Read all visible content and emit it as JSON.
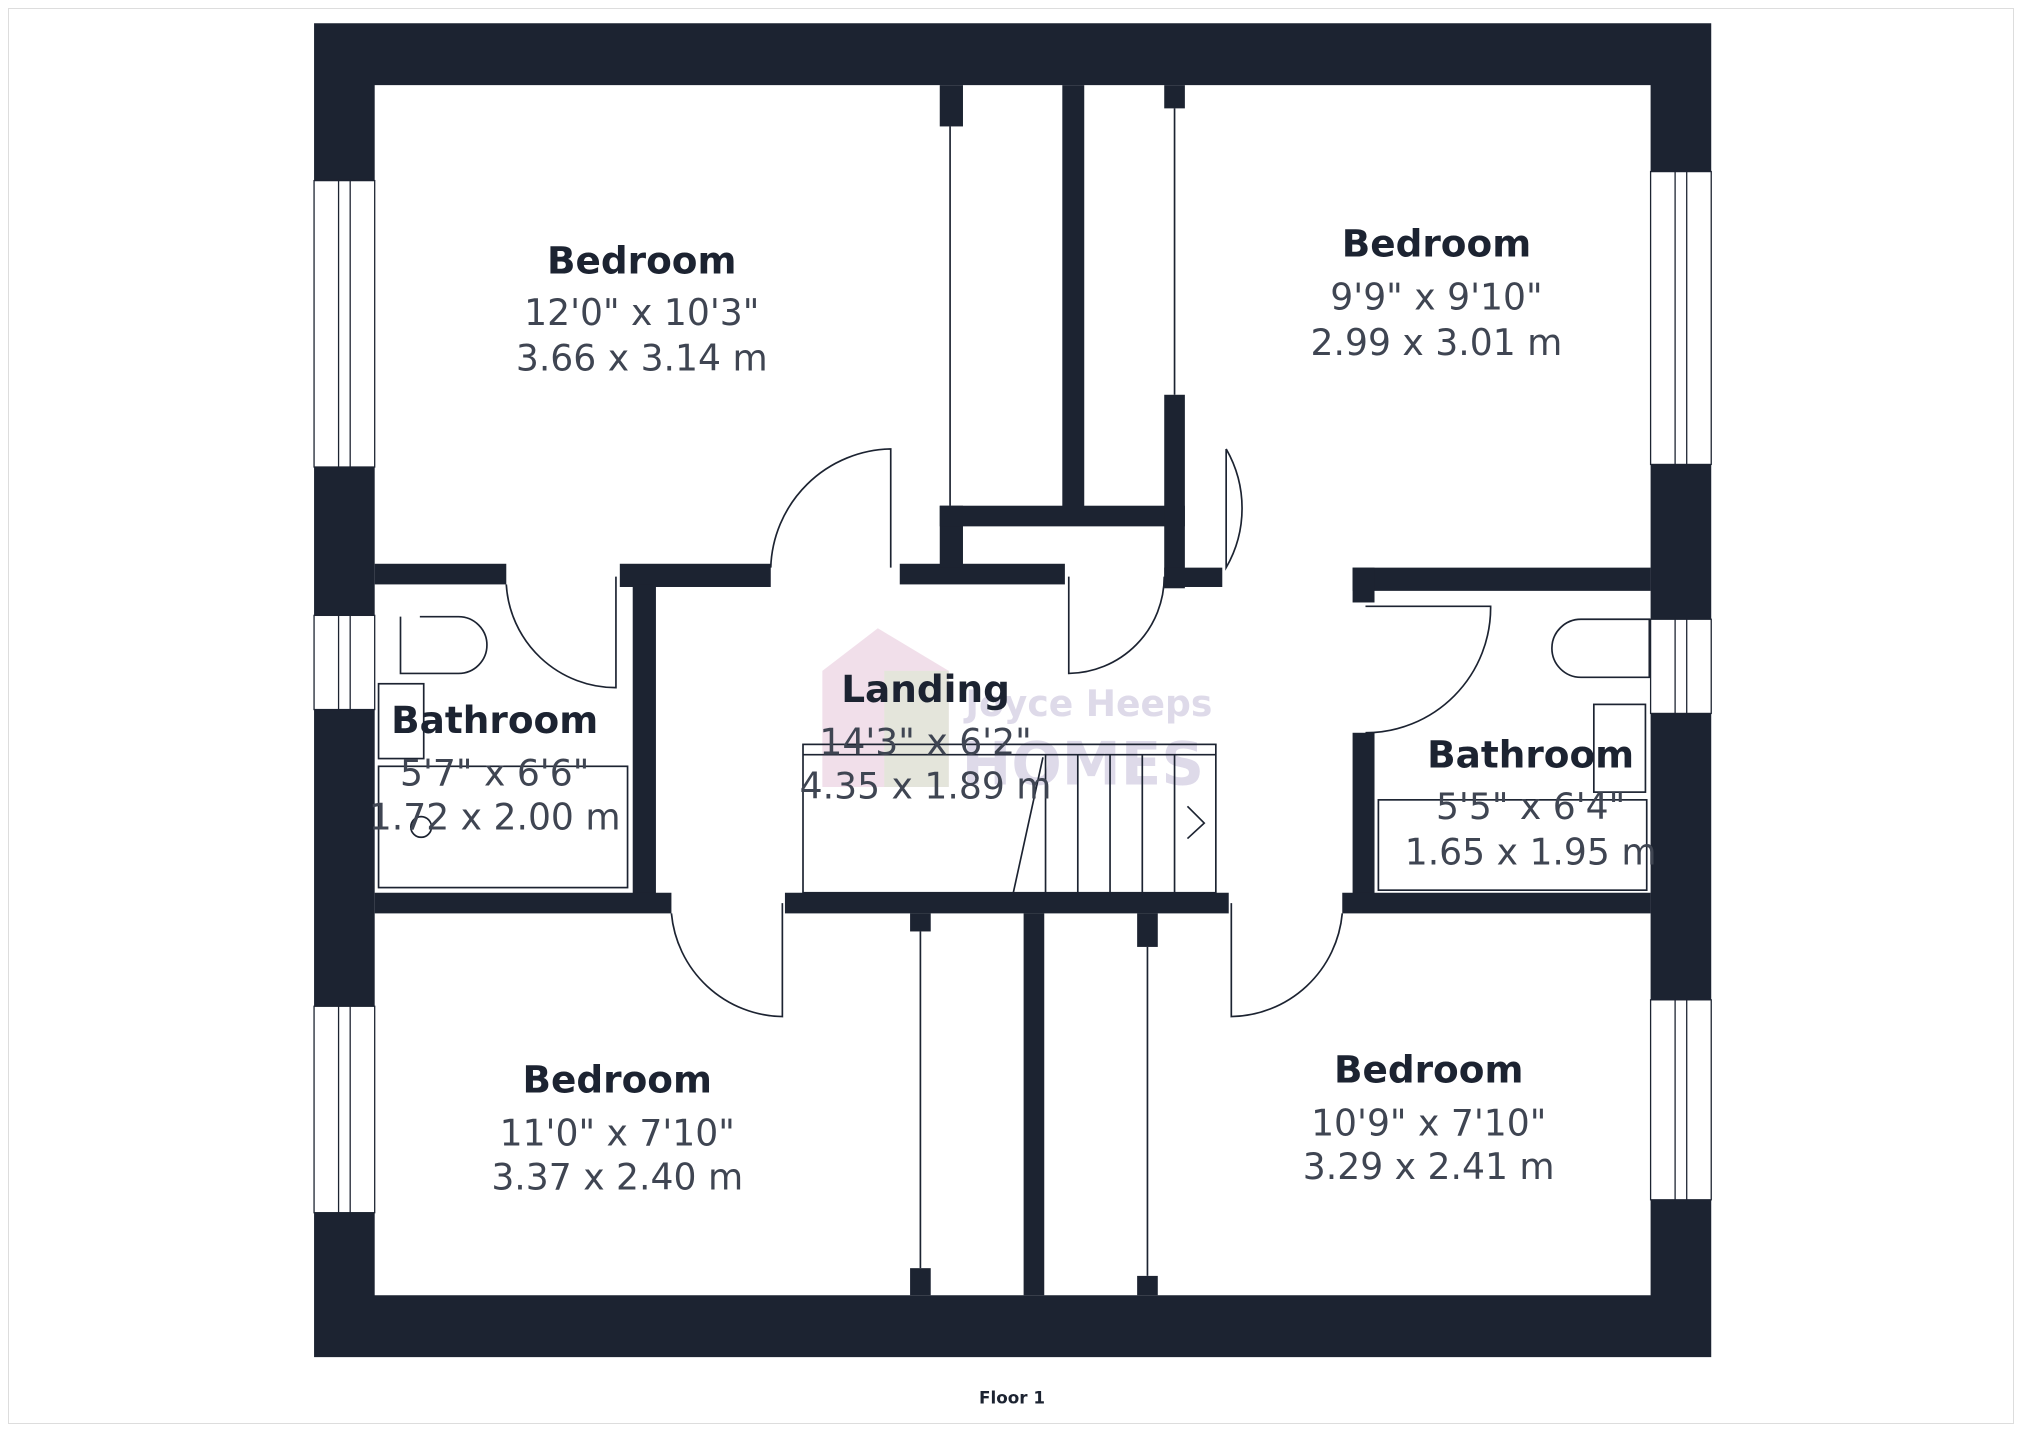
{
  "colors": {
    "wall": "#1c2331",
    "text": "#1c2331",
    "dims": "#3f4552",
    "watermark": "#c9c2dc"
  },
  "floor_label": "Floor 1",
  "watermark": {
    "line1": "Joyce Heeps",
    "line2": "HOMES"
  },
  "rooms": [
    {
      "name": "Bedroom",
      "imperial": "12'0\" x 10'3\"",
      "metric": "3.66 x 3.14 m"
    },
    {
      "name": "Bedroom",
      "imperial": "9'9\" x 9'10\"",
      "metric": "2.99 x 3.01 m"
    },
    {
      "name": "Bathroom",
      "imperial": "5'7\" x 6'6\"",
      "metric": "1.72 x 2.00 m"
    },
    {
      "name": "Landing",
      "imperial": "14'3\" x 6'2\"",
      "metric": "4.35 x 1.89 m"
    },
    {
      "name": "Bathroom",
      "imperial": "5'5\" x 6'4\"",
      "metric": "1.65 x 1.95 m"
    },
    {
      "name": "Bedroom",
      "imperial": "11'0\" x 7'10\"",
      "metric": "3.37 x 2.40 m"
    },
    {
      "name": "Bedroom",
      "imperial": "10'9\" x 7'10\"",
      "metric": "3.29 x 2.41 m"
    }
  ]
}
